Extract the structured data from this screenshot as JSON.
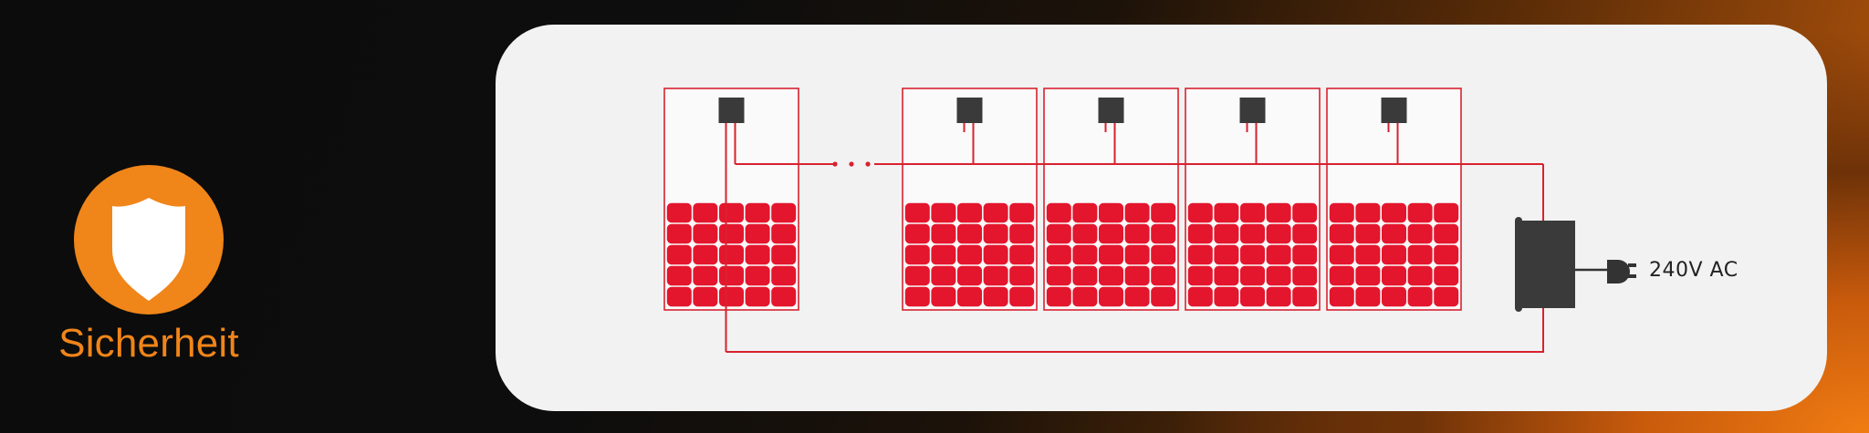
{
  "badge": {
    "label": "Sicherheit",
    "icon": "shield-icon",
    "circle_color": "#f08519"
  },
  "diagram": {
    "panel_count_shown": 5,
    "has_ellipsis": true,
    "output_label": "240V AC",
    "icons": [
      "solar-panel-icon",
      "junction-box-icon",
      "inverter-icon",
      "plug-icon"
    ],
    "colors": {
      "panel_cells": "#e3162d",
      "wiring": "#d8222f",
      "junction_box": "#3a3a3a",
      "card_background": "#f2f2f2"
    }
  }
}
